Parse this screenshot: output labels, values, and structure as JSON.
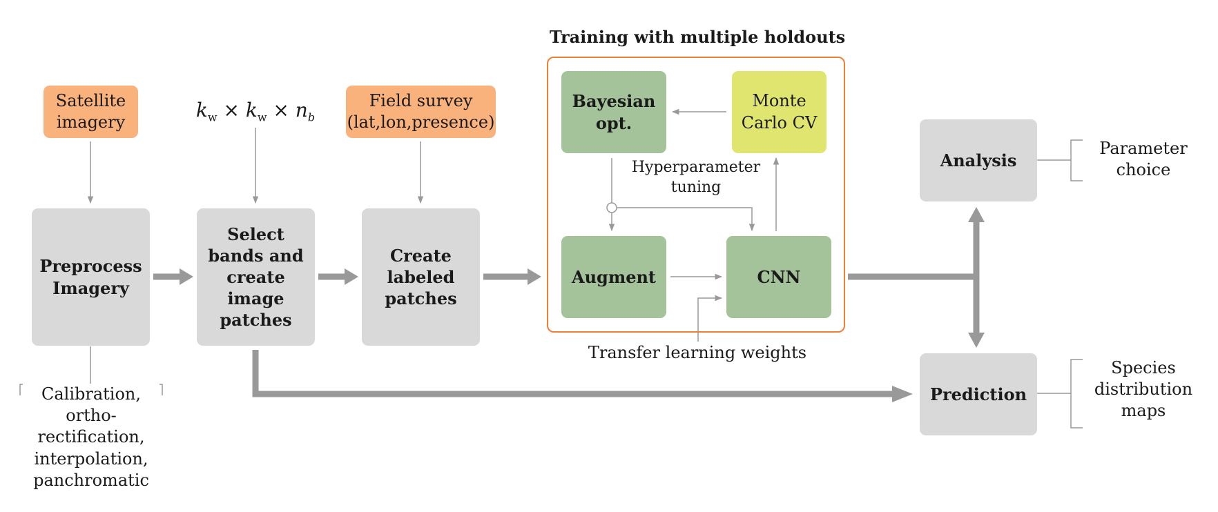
{
  "nodes": {
    "satellite": "Satellite imagery",
    "kernel": {
      "k": "k",
      "sub_w": "w",
      "times": "×",
      "n": "n",
      "sub_b": "b"
    },
    "field_survey": "Field survey (lat,lon,presence)",
    "preprocess": "Preprocess Imagery",
    "select_bands": "Select bands and create image patches",
    "create_patches": "Create labeled patches",
    "bayesian": "Bayesian opt.",
    "monte_carlo": "Monte Carlo CV",
    "augment": "Augment",
    "cnn": "CNN",
    "analysis": "Analysis",
    "prediction": "Prediction"
  },
  "labels": {
    "training_title": "Training with multiple holdouts",
    "hyperparameter": "Hyperparameter tuning",
    "transfer": "Transfer learning weights",
    "calibration": "Calibration, ortho-rectification, interpolation, panchromatic",
    "parameter_choice": "Parameter choice",
    "species_maps": "Species distribution maps"
  },
  "colors": {
    "gray_box": "#d9d9d9",
    "input_orange": "#fab27d",
    "model_green": "#a5c39b",
    "cv_lime": "#e0e56f",
    "frame_orange": "#f07f33",
    "arrow_gray": "#999999"
  }
}
